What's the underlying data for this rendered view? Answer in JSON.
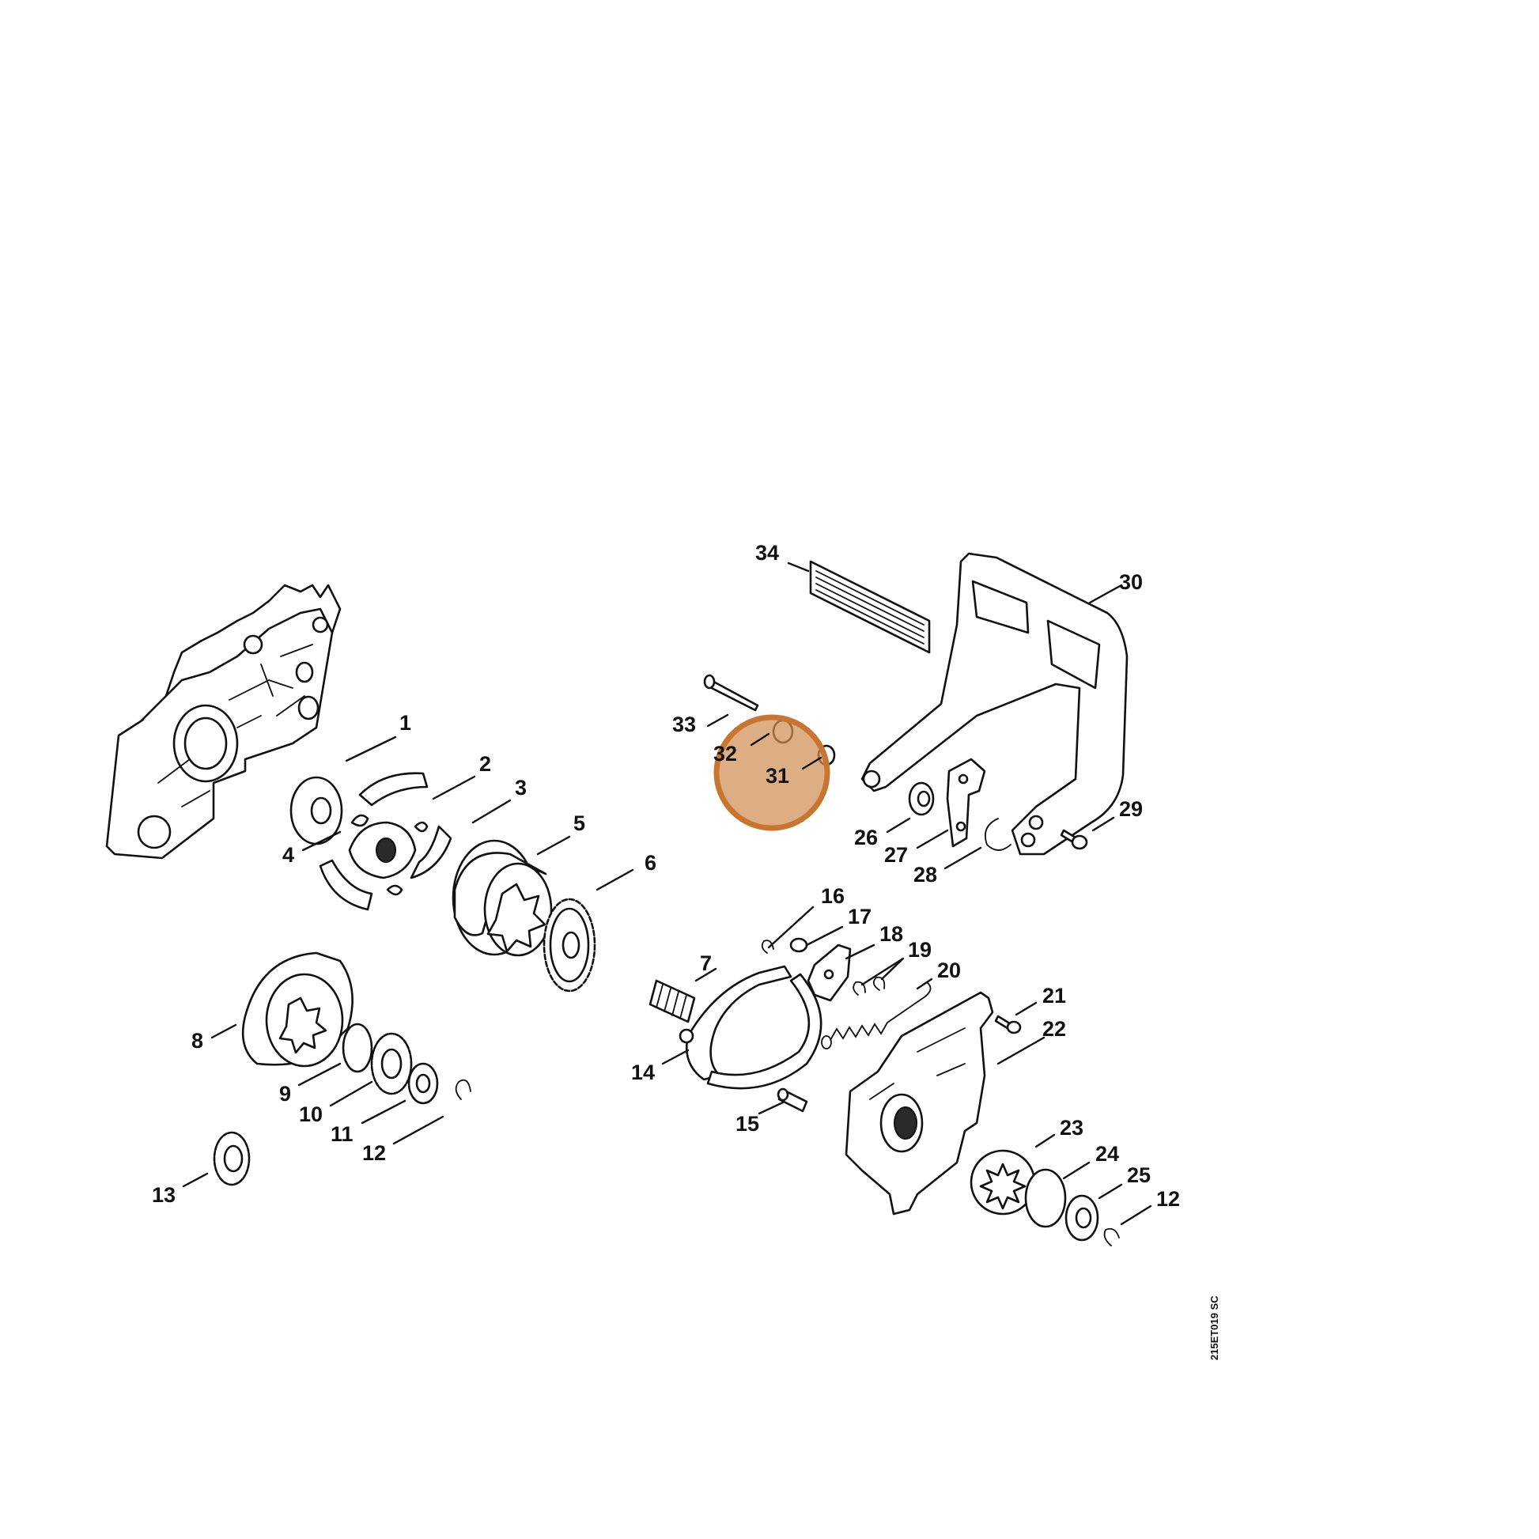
{
  "diagram": {
    "drawing_code": "215ET019 SC",
    "highlight_color": "#d08d54",
    "callouts": [
      {
        "id": "1",
        "label": "1"
      },
      {
        "id": "2",
        "label": "2"
      },
      {
        "id": "3",
        "label": "3"
      },
      {
        "id": "4",
        "label": "4"
      },
      {
        "id": "5",
        "label": "5"
      },
      {
        "id": "6",
        "label": "6"
      },
      {
        "id": "7",
        "label": "7"
      },
      {
        "id": "8",
        "label": "8"
      },
      {
        "id": "9",
        "label": "9"
      },
      {
        "id": "10",
        "label": "10"
      },
      {
        "id": "11",
        "label": "11"
      },
      {
        "id": "12a",
        "label": "12"
      },
      {
        "id": "13",
        "label": "13"
      },
      {
        "id": "14",
        "label": "14"
      },
      {
        "id": "15",
        "label": "15"
      },
      {
        "id": "16",
        "label": "16"
      },
      {
        "id": "17",
        "label": "17"
      },
      {
        "id": "18",
        "label": "18"
      },
      {
        "id": "19",
        "label": "19"
      },
      {
        "id": "20",
        "label": "20"
      },
      {
        "id": "21",
        "label": "21"
      },
      {
        "id": "22",
        "label": "22"
      },
      {
        "id": "23",
        "label": "23"
      },
      {
        "id": "24",
        "label": "24"
      },
      {
        "id": "25",
        "label": "25"
      },
      {
        "id": "12b",
        "label": "12"
      },
      {
        "id": "26",
        "label": "26"
      },
      {
        "id": "27",
        "label": "27"
      },
      {
        "id": "28",
        "label": "28"
      },
      {
        "id": "29",
        "label": "29"
      },
      {
        "id": "30",
        "label": "30"
      },
      {
        "id": "31",
        "label": "31"
      },
      {
        "id": "32",
        "label": "32"
      },
      {
        "id": "33",
        "label": "33"
      },
      {
        "id": "34",
        "label": "34"
      }
    ]
  }
}
